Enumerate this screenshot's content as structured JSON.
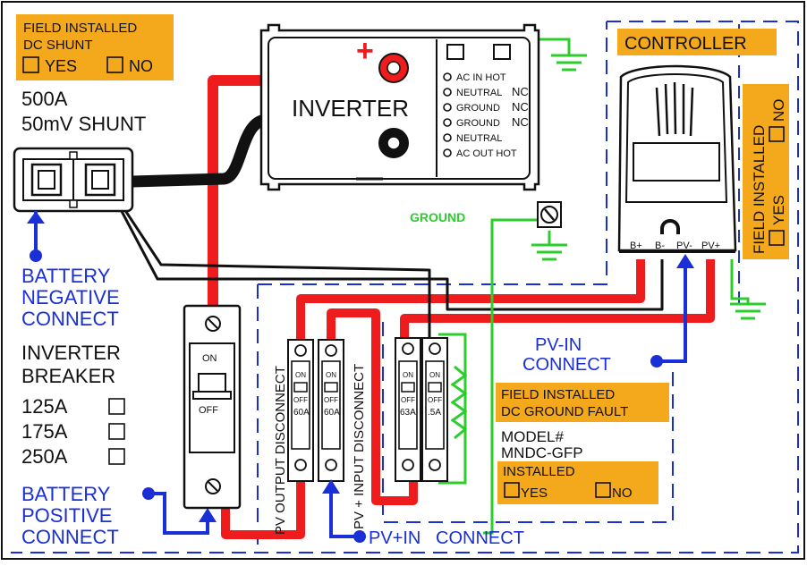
{
  "shunt_box": {
    "title_line1": "FIELD INSTALLED",
    "title_line2": "DC SHUNT",
    "yes": "YES",
    "no": "NO"
  },
  "shunt": {
    "line1": "500A",
    "line2": "50mV  SHUNT"
  },
  "inverter": {
    "label": "INVERTER",
    "plus": "+",
    "minus": "—",
    "terminals": [
      "AC IN HOT",
      "NEUTRAL",
      "GROUND",
      "GROUND",
      "NEUTRAL",
      "AC OUT HOT"
    ],
    "nc_labels": [
      "NC",
      "NC",
      "NC"
    ]
  },
  "controller": {
    "label": "CONTROLLER",
    "field_installed": "FIELD INSTALLED",
    "no": "NO",
    "yes": "YES",
    "terminals": [
      "B+",
      "B-",
      "PV-",
      "PV+"
    ]
  },
  "ground_label": "GROUND",
  "battery_negative": [
    "BATTERY",
    "NEGATIVE",
    "CONNECT"
  ],
  "inverter_breaker": {
    "title1": "INVERTER",
    "title2": "BREAKER",
    "options": [
      "125A",
      "175A",
      "250A"
    ],
    "on": "ON",
    "off": "OFF"
  },
  "battery_positive": [
    "BATTERY",
    "POSITIVE",
    "CONNECT"
  ],
  "pv_output_disconnect": "PV OUTPUT DISCONNECT",
  "pv_input_disconnect": "PV + INPUT DISCONNECT",
  "small_breakers": [
    {
      "on": "ON",
      "off": "OFF",
      "rating": "60A"
    },
    {
      "on": "ON",
      "off": "OFF",
      "rating": "60A"
    },
    {
      "on": "ON",
      "off": "OFF",
      "rating": "63A"
    },
    {
      "on": "ON",
      "off": "OFF",
      "rating": ".5A"
    }
  ],
  "ground_fault": {
    "line1": "FIELD INSTALLED",
    "line2": "DC GROUND FAULT",
    "model1": "MODEL#",
    "model2": "MNDC-GFP",
    "installed": "INSTALLED",
    "yes": "YES",
    "no": "NO"
  },
  "pv_in_connect": [
    "PV-IN",
    "CONNECT"
  ],
  "pv_plus_in_connect": "PV+IN   CONNECT",
  "colors": {
    "red_wire": "#ee1c1c",
    "black_wire": "#111111",
    "green_wire": "#2ccd2c",
    "blue": "#1a2fd6",
    "orange": "#f4a81c"
  }
}
